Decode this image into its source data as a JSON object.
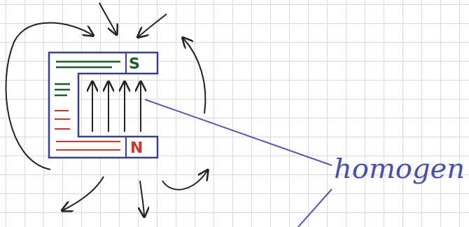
{
  "diagram": {
    "labels": [
      "S",
      "N",
      "homogen"
    ]
  }
}
